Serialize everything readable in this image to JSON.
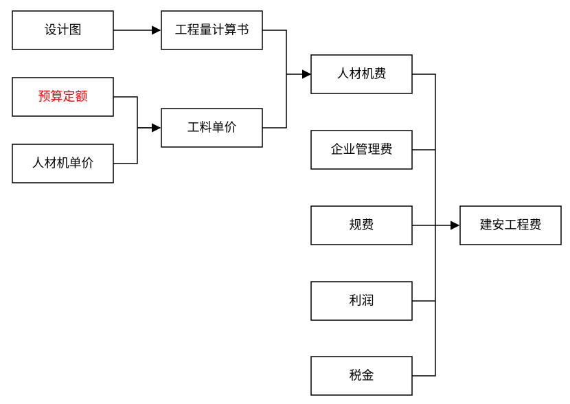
{
  "colors": {
    "line": "#000000",
    "box_border": "#000000",
    "text_default": "#000000",
    "text_highlight": "#ff0000"
  },
  "nodes": {
    "design_drawing": "设计图",
    "quantity_calc": "工程量计算书",
    "budget_quota": "预算定额",
    "unit_price": "人材机单价",
    "material_unit_price": "工料单价",
    "labor_material_machine_fee": "人材机费",
    "enterprise_mgmt_fee": "企业管理费",
    "regulatory_fee": "规费",
    "profit": "利润",
    "tax": "税金",
    "construction_cost": "建安工程费"
  }
}
